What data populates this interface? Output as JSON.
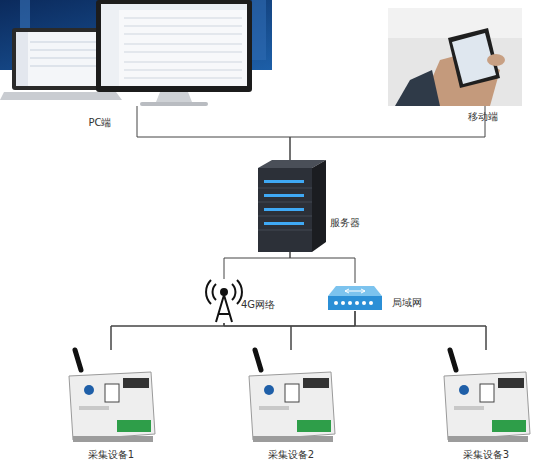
{
  "diagram": {
    "nodes": [
      {
        "text": [
          "PC端"
        ]
      },
      {
        "text": [
          "移动端"
        ]
      },
      {
        "text": [
          "服务器"
        ]
      },
      {
        "text": [
          "4G网络"
        ]
      },
      {
        "text": [
          "局域网"
        ]
      },
      {
        "text": [
          "采集设备1"
        ]
      },
      {
        "text": [
          "采集设备2"
        ]
      },
      {
        "text": [
          "采集设备3"
        ]
      }
    ],
    "edges": [
      {
        "from": 0,
        "to": 2,
        "arrow": "none"
      },
      {
        "from": 1,
        "to": 2,
        "arrow": "none"
      },
      {
        "from": 2,
        "to": 3,
        "arrow": "none"
      },
      {
        "from": 2,
        "to": 4,
        "arrow": "none"
      },
      {
        "from": 3,
        "to": 5,
        "arrow": "none"
      },
      {
        "from": 3,
        "to": 6,
        "arrow": "none"
      },
      {
        "from": 3,
        "to": 7,
        "arrow": "none"
      },
      {
        "from": 4,
        "to": 5,
        "arrow": "none"
      },
      {
        "from": 4,
        "to": 6,
        "arrow": "none"
      },
      {
        "from": 4,
        "to": 7,
        "arrow": "none"
      }
    ]
  }
}
